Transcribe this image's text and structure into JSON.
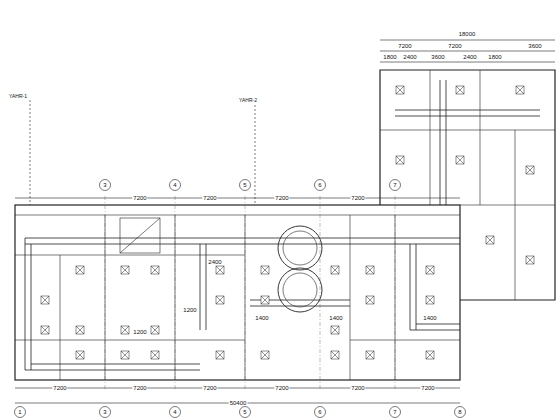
{
  "diagram": {
    "labels": [
      "18000",
      "7200",
      "7200",
      "3600",
      "1800",
      "2400",
      "3600",
      "2400",
      "1800",
      "7200",
      "7200",
      "7200",
      "7200",
      "7200",
      "7200",
      "7200",
      "7200",
      "7200",
      "7200",
      "50400",
      "3",
      "4",
      "5",
      "6",
      "7",
      "1",
      "3",
      "4",
      "5",
      "6",
      "7",
      "8",
      "YAHR-1",
      "YAHR-2",
      "1400",
      "1400",
      "1200",
      "2400",
      "1400",
      "1200"
    ]
  }
}
